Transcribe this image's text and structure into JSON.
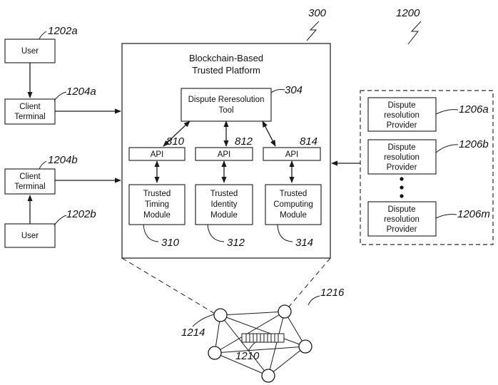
{
  "figure_number": "1200",
  "platform": {
    "ref": "300",
    "title_line1": "Blockchain-Based",
    "title_line2": "Trusted Platform"
  },
  "dispute_tool": {
    "ref": "304",
    "line1": "Dispute Reresolution",
    "line2": "Tool"
  },
  "apis": [
    {
      "ref": "810",
      "label": "API"
    },
    {
      "ref": "812",
      "label": "API"
    },
    {
      "ref": "814",
      "label": "API"
    }
  ],
  "modules": [
    {
      "ref": "310",
      "line1": "Trusted",
      "line2": "Timing",
      "line3": "Module"
    },
    {
      "ref": "312",
      "line1": "Trusted",
      "line2": "Identity",
      "line3": "Module"
    },
    {
      "ref": "314",
      "line1": "Trusted",
      "line2": "Computing",
      "line3": "Module"
    }
  ],
  "users": [
    {
      "ref": "1202a",
      "label": "User"
    },
    {
      "ref": "1202b",
      "label": "User"
    }
  ],
  "clients": [
    {
      "ref": "1204a",
      "line1": "Client",
      "line2": "Terminal"
    },
    {
      "ref": "1204b",
      "line1": "Client",
      "line2": "Terminal"
    }
  ],
  "providers": [
    {
      "ref": "1206a",
      "line1": "Dispute",
      "line2": "resolution",
      "line3": "Provider"
    },
    {
      "ref": "1206b",
      "line1": "Dispute",
      "line2": "resolution",
      "line3": "Provider"
    },
    {
      "ref": "1206m",
      "line1": "Dispute",
      "line2": "resolution",
      "line3": "Provider"
    }
  ],
  "network": {
    "ref": "1216",
    "node_ref": "1214",
    "ledger_ref": "1210"
  }
}
